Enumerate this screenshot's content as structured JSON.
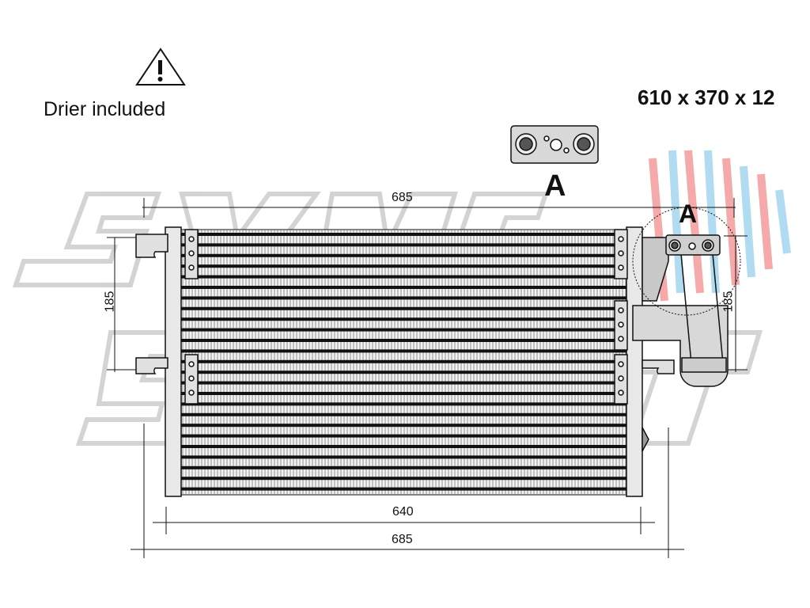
{
  "header": {
    "drier_text": "Drier included",
    "size_text": "610 x 370 x 12"
  },
  "callouts": {
    "connection_label": "A",
    "detail_label": "A"
  },
  "dimensions": {
    "top_width": "685",
    "core_width": "640",
    "bottom_width": "685",
    "left_height": "185",
    "right_height": "185"
  },
  "icons": {
    "warning": "warning-triangle-icon",
    "watermark": "brand-watermark-logo"
  },
  "colors": {
    "line": "#111111",
    "watermark_outline": "#cfcfcf",
    "watermark_red": "#f4a0a0",
    "watermark_blue": "#a8d8f0",
    "metal": "#d8d8d8"
  }
}
